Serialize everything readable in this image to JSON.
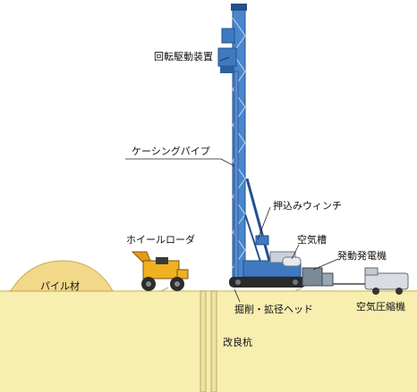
{
  "labels": {
    "rotary_drive": "回転駆動装置",
    "casing_pipe": "ケーシングパイプ",
    "push_winch": "押込みウィンチ",
    "air_tank": "空気槽",
    "generator": "発動発電機",
    "wheel_loader": "ホイールローダ",
    "pile_material": "パイル材",
    "drill_head": "掘削・拡径ヘッド",
    "air_compressor": "空気圧縮機",
    "improved_pile": "改良杭"
  },
  "colors": {
    "ground": "#f7eeb0",
    "ground_edge": "#d8c87a",
    "rig_blue": "#3f7ac0",
    "rig_dark": "#24508f",
    "loader_yellow": "#f0b020",
    "sand_pile": "#f2d98a",
    "compressor": "#d9dde2"
  },
  "icons": {
    "loader": "wheel-loader-icon",
    "rig": "pile-driving-rig-icon",
    "compressor": "air-compressor-icon"
  }
}
